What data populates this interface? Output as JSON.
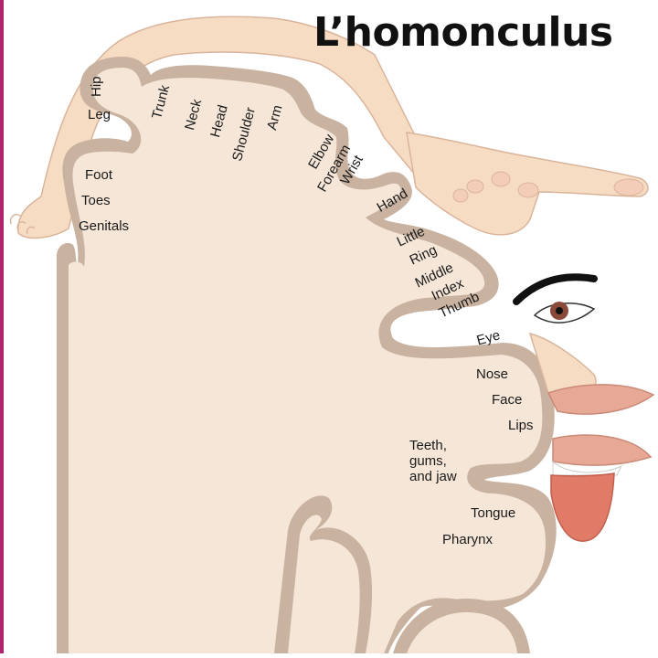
{
  "title": "L’homonculus",
  "colors": {
    "brain_fill": "#f5e6d8",
    "cortex_band": "#c9b3a0",
    "skin": "#f7dcc4",
    "lips": "#e7a995",
    "tongue": "#e07b68",
    "accent_border": "#b0246e"
  },
  "labels": {
    "hip": "Hip",
    "leg": "Leg",
    "trunk": "Trunk",
    "neck": "Neck",
    "head": "Head",
    "shoulder": "Shoulder",
    "arm": "Arm",
    "elbow": "Elbow",
    "forearm": "Forearm",
    "wrist": "Wrist",
    "hand": "Hand",
    "foot": "Foot",
    "toes": "Toes",
    "genitals": "Genitals",
    "little": "Little",
    "ring": "Ring",
    "middle": "Middle",
    "index": "Index",
    "thumb": "Thumb",
    "eye": "Eye",
    "nose": "Nose",
    "face": "Face",
    "lips": "Lips",
    "teeth": "Teeth,\ngums,\nand jaw",
    "tongue": "Tongue",
    "pharynx": "Pharynx"
  }
}
